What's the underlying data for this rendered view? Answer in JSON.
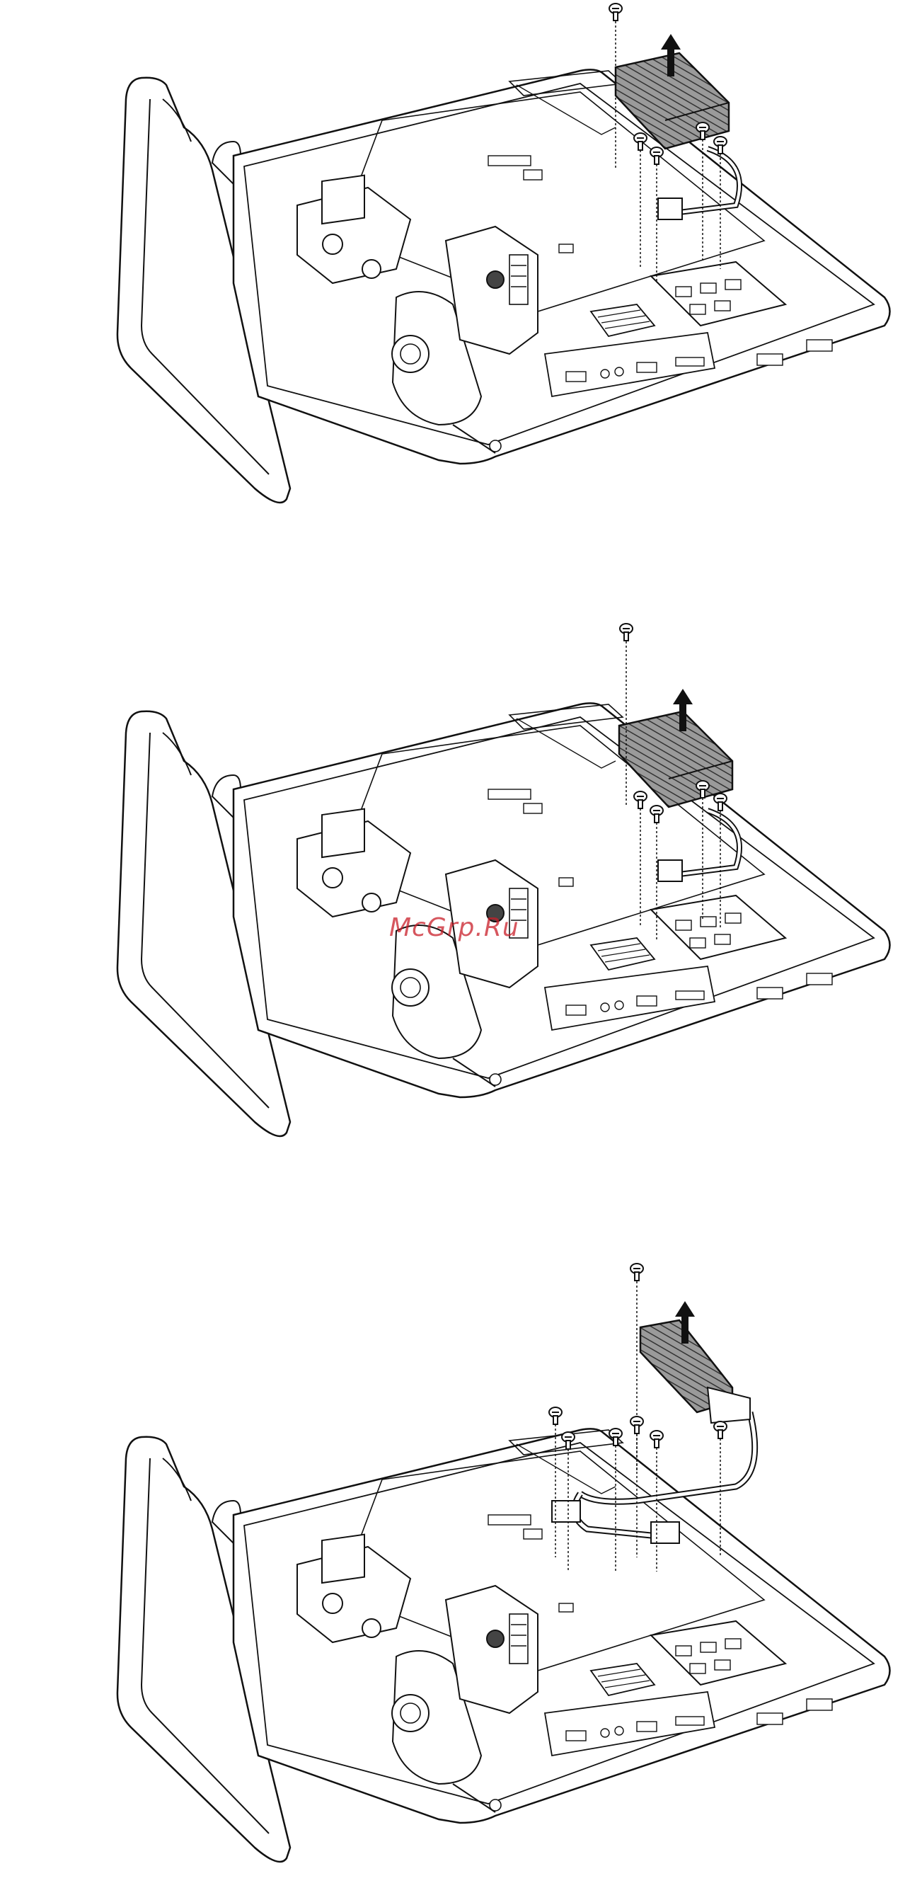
{
  "watermark": {
    "text": "McGrp.Ru",
    "color": "#c81e28"
  },
  "panels": [
    {
      "name": "step-1",
      "arrow": "arrow-up-icon"
    },
    {
      "name": "step-2",
      "arrow": "arrow-up-icon"
    },
    {
      "name": "step-3",
      "arrow": "arrow-up-icon"
    }
  ]
}
